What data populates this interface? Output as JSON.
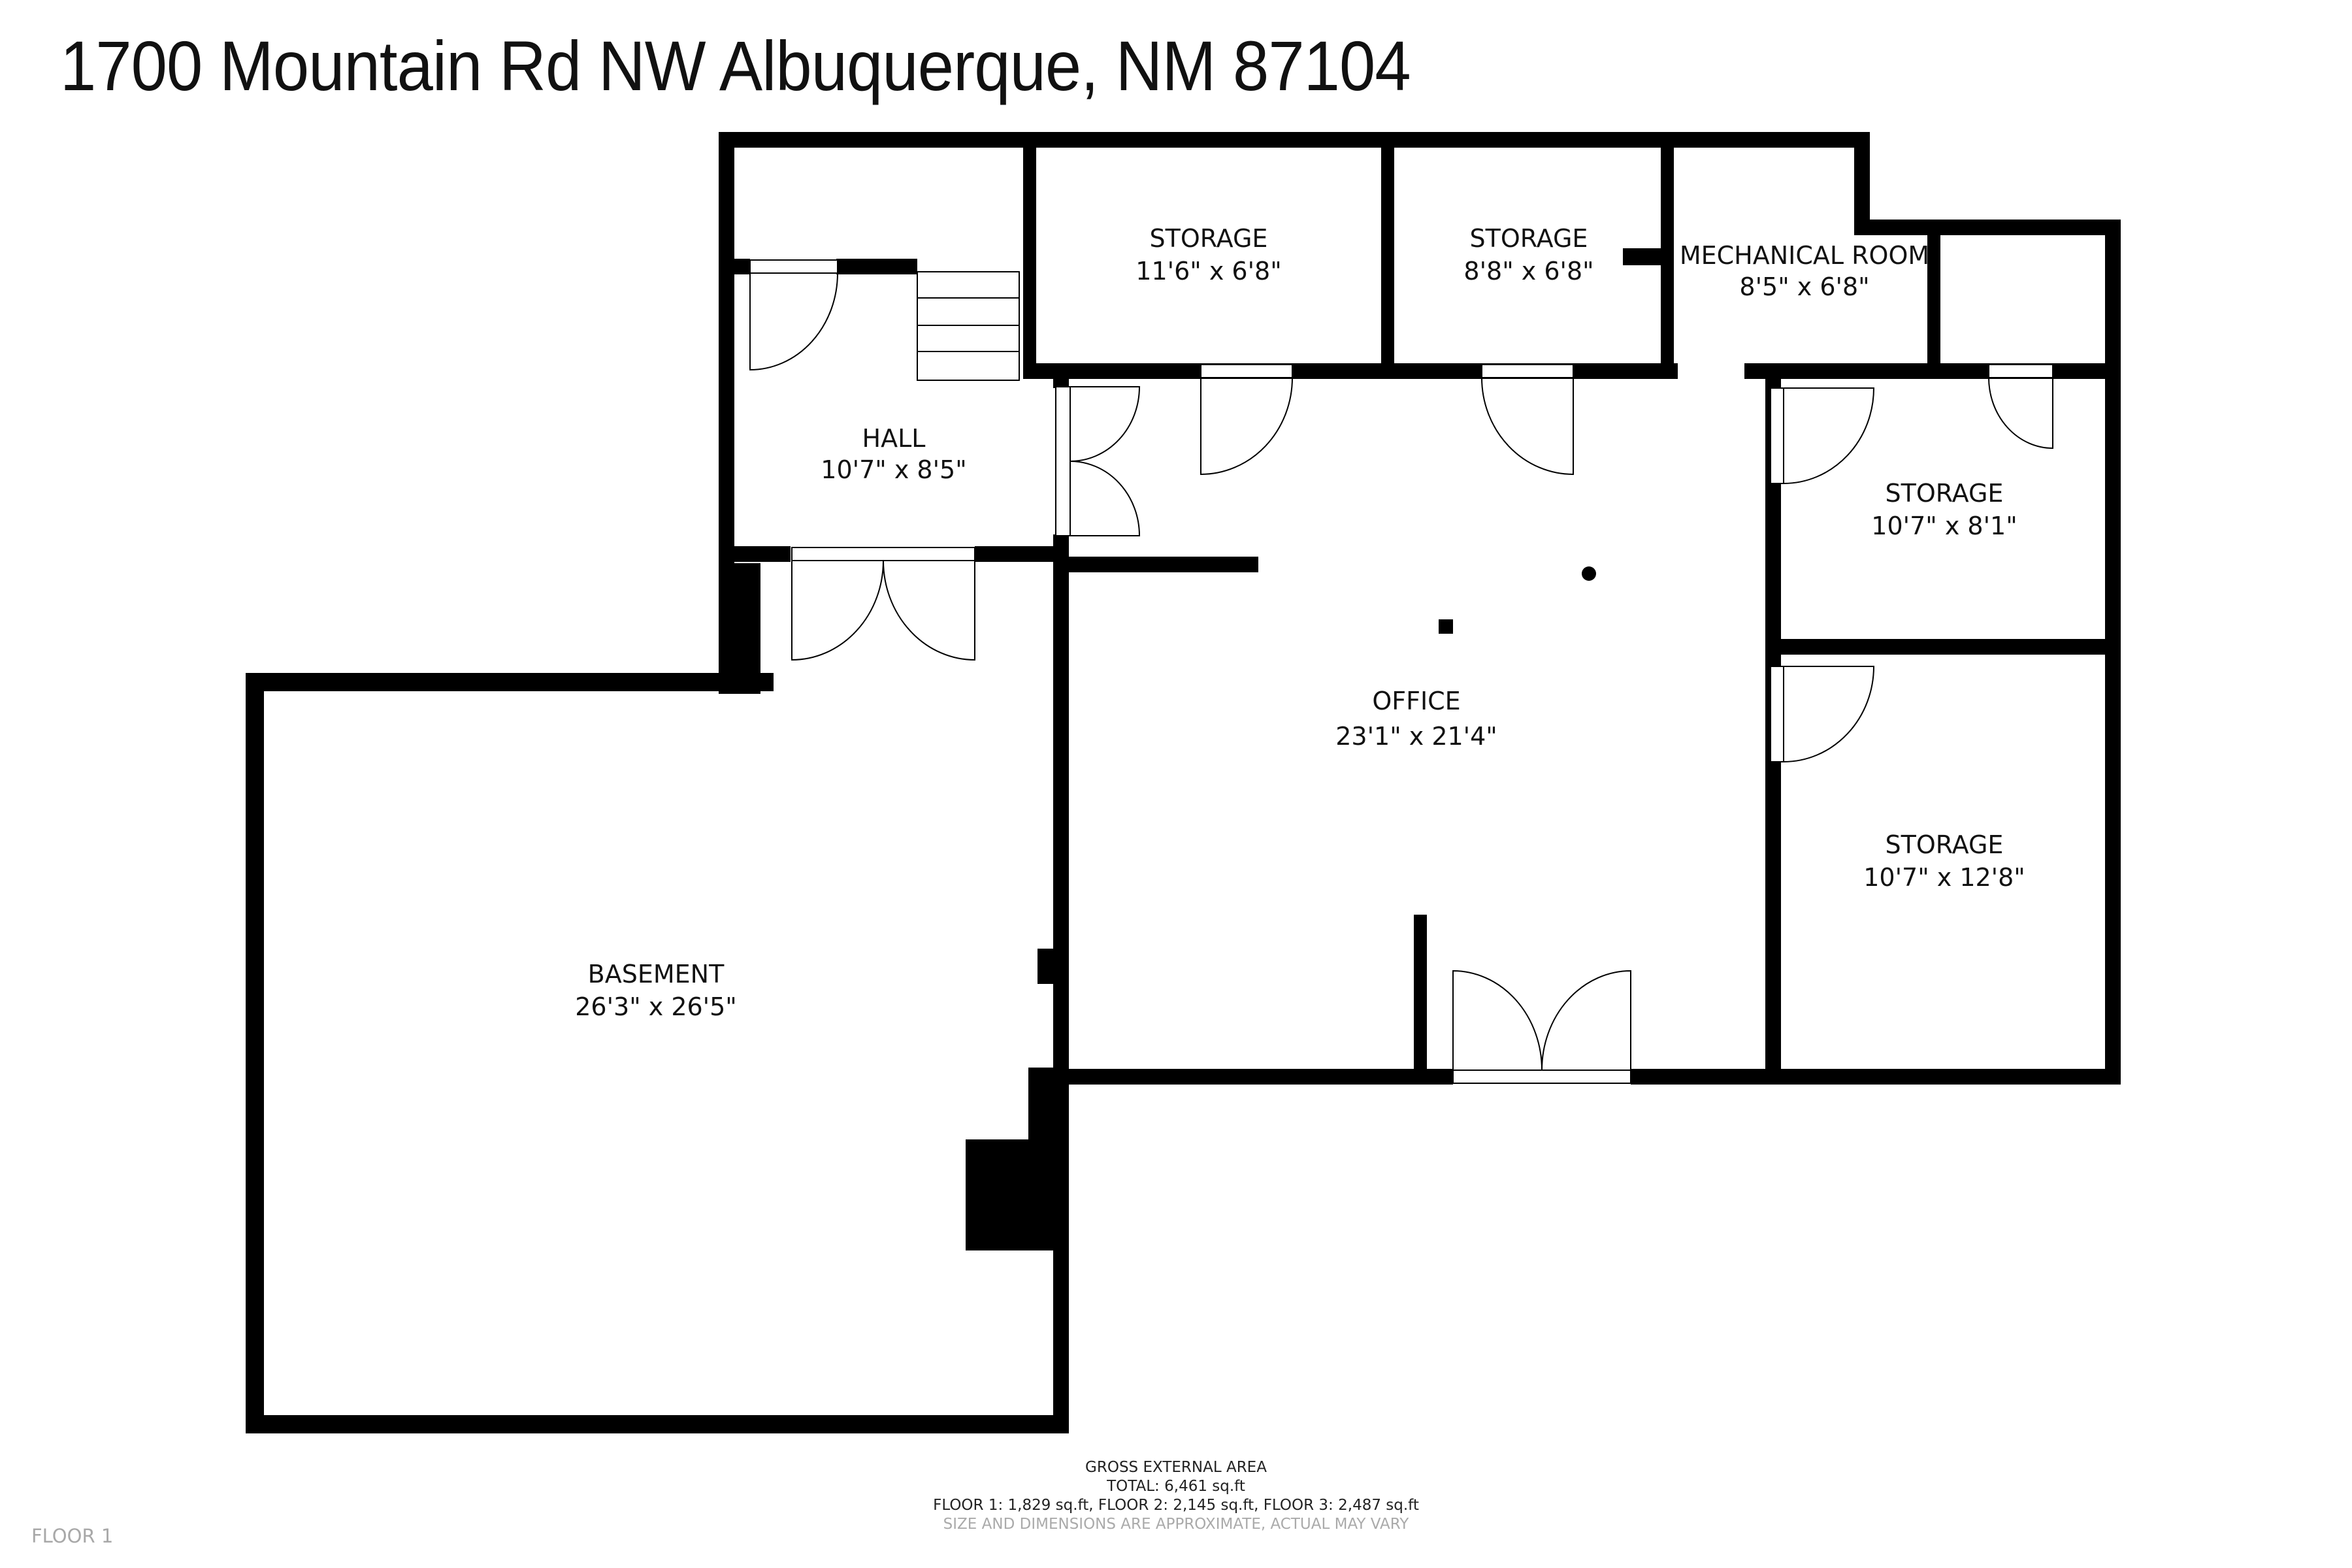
{
  "header": {
    "address": "1700 Mountain Rd NW Albuquerque, NM 87104"
  },
  "rooms": {
    "storage1": {
      "name": "STORAGE",
      "dims": "11'6\" x 6'8\""
    },
    "storage2": {
      "name": "STORAGE",
      "dims": "8'8\" x 6'8\""
    },
    "mechanical": {
      "name": "MECHANICAL ROOM",
      "dims": "8'5\" x 6'8\""
    },
    "hall": {
      "name": "HALL",
      "dims": "10'7\" x 8'5\""
    },
    "storage3": {
      "name": "STORAGE",
      "dims": "10'7\" x 8'1\""
    },
    "office": {
      "name": "OFFICE",
      "dims": "23'1\" x 21'4\""
    },
    "storage4": {
      "name": "STORAGE",
      "dims": "10'7\" x 12'8\""
    },
    "basement": {
      "name": "BASEMENT",
      "dims": "26'3\" x 26'5\""
    }
  },
  "footer": {
    "heading": "GROSS EXTERNAL AREA",
    "total": "TOTAL: 6,461 sq.ft",
    "floors": "FLOOR 1: 1,829 sq.ft, FLOOR 2: 2,145 sq.ft, FLOOR 3: 2,487 sq.ft",
    "disclaimer": "SIZE AND DIMENSIONS ARE APPROXIMATE, ACTUAL MAY VARY",
    "floor_label": "FLOOR 1"
  }
}
